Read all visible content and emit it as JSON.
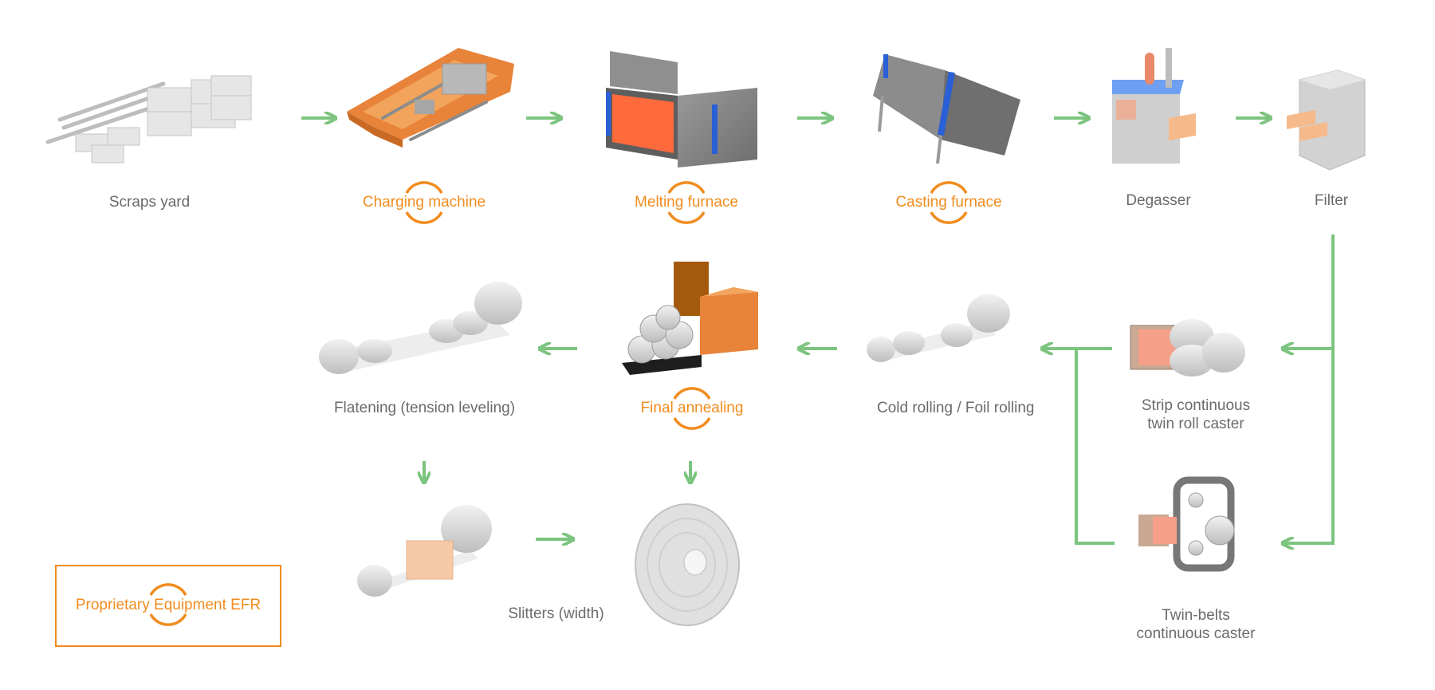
{
  "colors": {
    "accent": "#f08c1e",
    "arrow": "#7cc47f",
    "label": "#6b6b6b",
    "furnace_glow": "#ff6a3d",
    "metal": "#c8c8c8",
    "copper": "#e8833a",
    "blue": "#2a5fd6"
  },
  "steps": {
    "scraps_yard": "Scraps yard",
    "charging_machine": "Charging machine",
    "melting_furnace": "Melting furnace",
    "casting_furnace": "Casting furnace",
    "degasser": "Degasser",
    "filter": "Filter",
    "strip_caster": [
      "Strip continuous",
      "twin roll caster"
    ],
    "twin_belts_caster": [
      "Twin-belts",
      "continuous caster"
    ],
    "cold_rolling": "Cold rolling / Foil rolling",
    "final_annealing": "Final annealing",
    "flatening": "Flatening (tension leveling)",
    "slitters": "Slitters (width)"
  },
  "legend": {
    "label": "Proprietary Equipment EFR",
    "icon": "efr-ring-icon"
  }
}
